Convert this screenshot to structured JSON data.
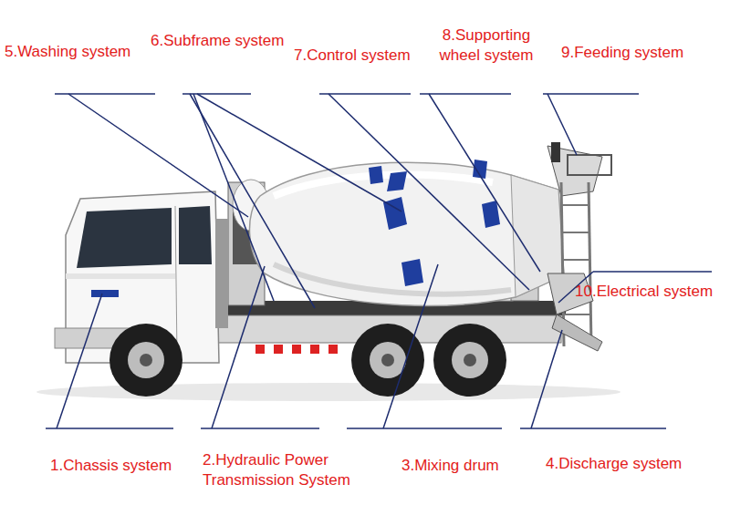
{
  "diagram": {
    "labels": [
      "5.Washing system",
      "6.Subframe system",
      "7.Control system",
      "8.Supporting wheel system",
      "9.Feeding system",
      "10.Electrical system",
      "1.Chassis system",
      "2.Hydraulic Power Transmission System",
      "3.Mixing drum",
      "4.Discharge system"
    ]
  }
}
